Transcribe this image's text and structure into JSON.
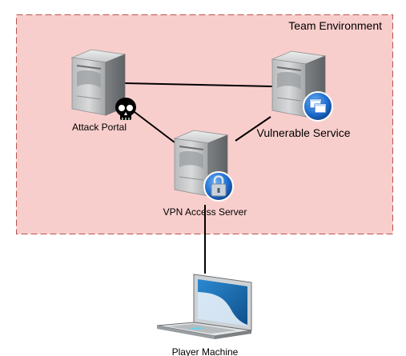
{
  "zone": {
    "label": "Team Environment",
    "fill": "#f8cecc",
    "border": "#b85450"
  },
  "nodes": {
    "attack_portal": {
      "label": "Attack Portal",
      "icon": "server-icon",
      "badge": "skull-icon"
    },
    "vulnerable_service": {
      "label": "Vulnerable Service",
      "icon": "server-icon",
      "badge": "windows-badge-icon"
    },
    "vpn_server": {
      "label": "VPN Access Server",
      "icon": "server-icon",
      "badge": "lock-badge-icon"
    },
    "player_machine": {
      "label": "Player Machine",
      "icon": "laptop-icon"
    }
  },
  "connections": [
    [
      "Attack Portal",
      "Vulnerable Service"
    ],
    [
      "Attack Portal",
      "VPN Access Server"
    ],
    [
      "VPN Access Server",
      "Vulnerable Service"
    ],
    [
      "VPN Access Server",
      "Player Machine"
    ]
  ],
  "colors": {
    "server_light": "#d9dadb",
    "server_dark": "#8e9193",
    "badge_blue": "#1a66c9",
    "laptop_screen": "#1c74b7"
  }
}
